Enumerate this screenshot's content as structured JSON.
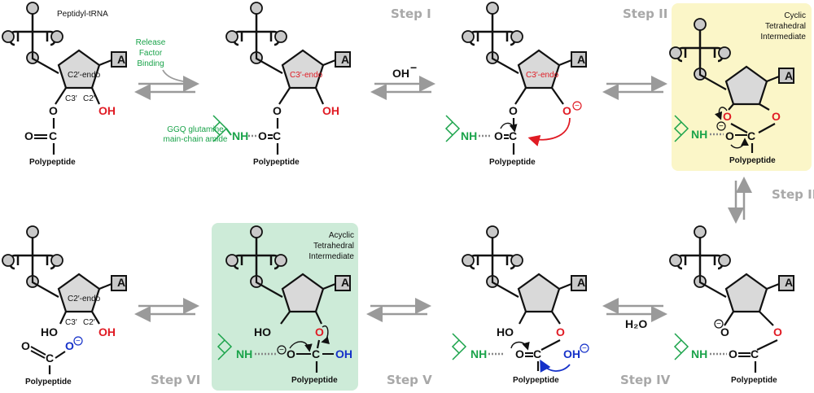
{
  "labels": {
    "peptidyl_trna": "Peptidyl-tRNA",
    "release_factor": [
      "Release",
      "Factor",
      "Binding"
    ],
    "ggq": [
      "GGQ glutamine",
      "main-chain amide"
    ],
    "cyclic": [
      "Cyclic",
      "Tetrahedral",
      "Intermediate"
    ],
    "acyclic": [
      "Acyclic",
      "Tetrahedral",
      "Intermediate"
    ],
    "polypeptide": "Polypeptide",
    "c2_endo": "C2′-endo",
    "c3_endo": "C3′-endo",
    "c3p": "C3′",
    "c2p": "C2′",
    "base": "A",
    "oh_minus": "OH",
    "water": "H₂O"
  },
  "steps": {
    "s1": "Step I",
    "s2": "Step II",
    "s3": "Step III",
    "s4": "Step IV",
    "s5": "Step V",
    "s6": "Step VI"
  },
  "atoms": {
    "O": "O",
    "C": "C",
    "OH": "OH",
    "HO": "HO",
    "NH": "NH"
  },
  "colors": {
    "cyclic_box": "#fbf6c8",
    "acyclic_box": "#cdebd8",
    "green": "#1aa34a",
    "red": "#e01b24",
    "blue": "#1531c9",
    "arrow_gray": "#9a9a9a"
  }
}
